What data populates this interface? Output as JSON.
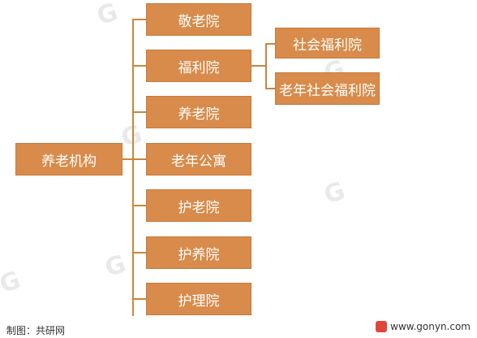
{
  "root": {
    "label": "养老机构"
  },
  "children": [
    {
      "label": "敬老院"
    },
    {
      "label": "福利院"
    },
    {
      "label": "养老院"
    },
    {
      "label": "老年公寓"
    },
    {
      "label": "护老院"
    },
    {
      "label": "护养院"
    },
    {
      "label": "护理院"
    }
  ],
  "subchildren": [
    {
      "label": "社会福利院"
    },
    {
      "label": "老年社会福利院"
    }
  ],
  "footer": {
    "source": "制图：共研网",
    "website": "www.gonyn.com"
  },
  "colors": {
    "box_fill": "#d88b4a",
    "connector": "#c9873d"
  }
}
